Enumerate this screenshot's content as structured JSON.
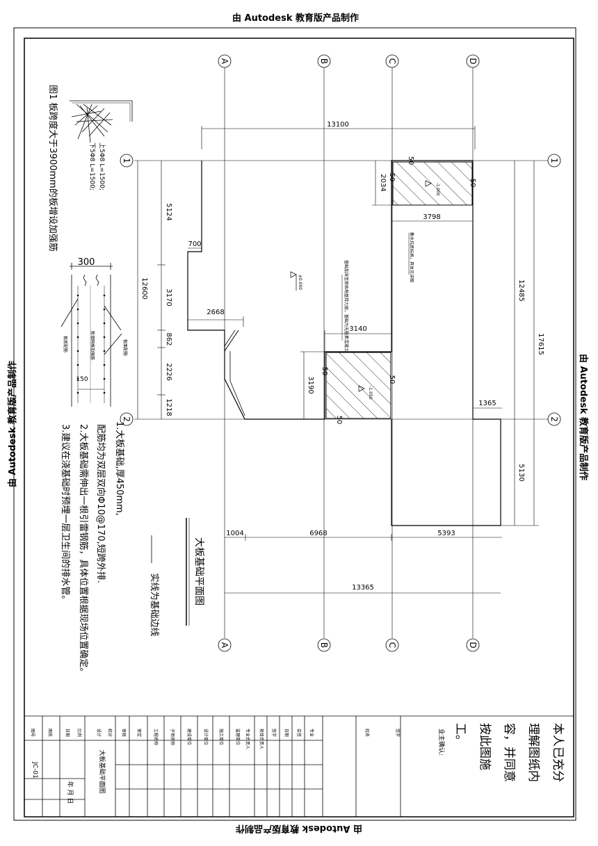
{
  "watermark": {
    "text": "由 Autodesk 教育版产品制作"
  },
  "axes": {
    "vertical": [
      "A",
      "B",
      "C",
      "D"
    ],
    "horizontal": [
      "1",
      "2"
    ]
  },
  "dimensions": {
    "top_overall": "13100",
    "bottom_overall": "13365",
    "bottom_segments": [
      "1004",
      "6968",
      "5393"
    ],
    "left_overall": "12600",
    "left_segments": [
      "5124",
      "3170",
      "862",
      "2226",
      "1218"
    ],
    "right_upper": "12485",
    "right_overall": "17615",
    "right_lower": "5130",
    "notch_700": "700",
    "width_2668": "2668",
    "pit_upper_width": "3798",
    "pit_upper_depth": "2034",
    "pit_lower_width": "3140",
    "pit_lower_depth": "3190",
    "offset_1365": "1365",
    "edge_50": "50"
  },
  "elevations": {
    "floor": "±0.000",
    "pit_upper": "-1.000",
    "pit_lower": "-1.050"
  },
  "detail": {
    "title": "图1 板跨度大于3900mm的板增设加强筋",
    "rebar_top": "上5Φ8 L=1500;",
    "rebar_bottom": "下5Φ8 L=1500;",
    "wall_width": "300",
    "dim_150": "150",
    "labels": [
      "板面配筋",
      "新增网格加强筋",
      "板底配筋"
    ]
  },
  "notes": [
    "1.大板基础,厚450mm,",
    "配筋均为双层双向Φ10@170,短跨外排.",
    "2.大板基础需伸出一根引雷钢筋，具体位置根据现场位置确定。",
    "3.建议在浇基础时预埋一层卫生间的排水管。"
  ],
  "plan_title": "大板基础平面图",
  "legend": "实线为基础边线",
  "leader_notes": [
    "集水坑底标高，具体见详图",
    "基础加深至原始地基持力层，基础为无筋素混凝土"
  ],
  "title_block": {
    "drawing_no": "JC-01",
    "drawing_name": "大板基础平面图",
    "date_label": "年 月 日",
    "row_labels": [
      "图号",
      "图名",
      "日期",
      "比例",
      "设计",
      "校对",
      "审核",
      "审定"
    ],
    "col_labels": [
      "工程名称",
      "子项名称",
      "建设单位",
      "设计单位",
      "施工单位",
      "监理单位",
      "专业负责人",
      "项目负责人"
    ],
    "sign_labels": [
      "签字",
      "日期",
      "会签",
      "专业",
      "姓名",
      "签字"
    ],
    "owner_confirm": "业主确认:",
    "confirm_lines": [
      "本人已充分",
      "理解图纸内",
      "容，并同意",
      "按此图施",
      "工。"
    ]
  }
}
